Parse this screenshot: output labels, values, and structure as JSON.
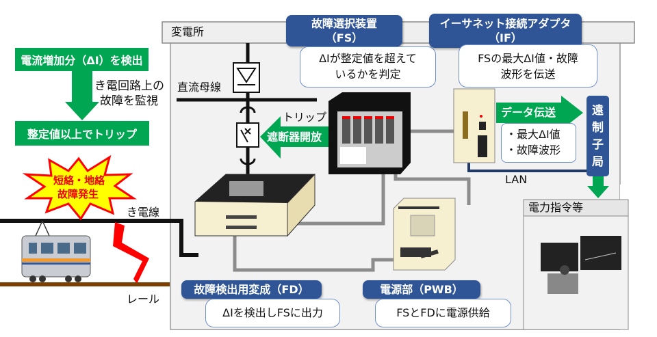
{
  "colors": {
    "green": "#00a651",
    "navy": "#2f5597",
    "fault_yellow": "#ffff00",
    "fault_red": "#ff0000",
    "substation_bg": "#f2f2f2",
    "cable_gray": "#7f7f7f"
  },
  "left": {
    "detect": "電流増加分（ΔI）を検出",
    "monitor": [
      "き電回路上の",
      "故障を監視"
    ],
    "trip": "整定値以上でトリップ",
    "fault": [
      "短絡・地絡",
      "故障発生"
    ],
    "feeder": "き電線",
    "rail": "レール"
  },
  "substation": {
    "title": "変電所",
    "dc_bus": "直流母線",
    "trip_label": "トリップ",
    "breaker_open": "遮断器開放",
    "lan": "LAN",
    "data_transfer": "データ伝送",
    "data_items": [
      "・最大ΔI値",
      "・故障波形"
    ]
  },
  "fs": {
    "title": [
      "故障選択装置",
      "（FS）"
    ],
    "desc": [
      "ΔIが整定値を超えて",
      "いるかを判定"
    ]
  },
  "if": {
    "title": [
      "イーサネット接続アダプタ",
      "（IF）"
    ],
    "desc": [
      "FSの最大ΔI値・故障",
      "波形を伝送"
    ]
  },
  "remote": {
    "label": "遠制子局",
    "command": "電力指令等"
  },
  "fd": {
    "title": "故障検出用変成（FD）",
    "desc": "ΔIを検出しFSに出力"
  },
  "pwb": {
    "title": "電源部（PWB）",
    "desc": "FSとFDに電源供給"
  }
}
